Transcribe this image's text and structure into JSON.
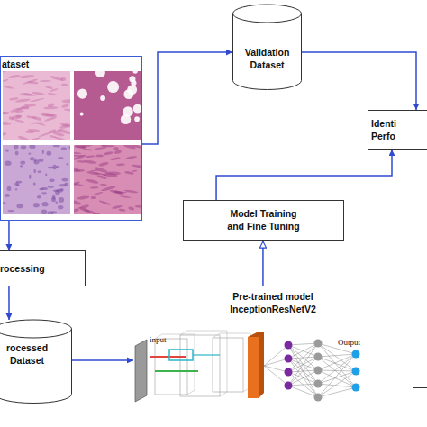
{
  "diagram": {
    "nodes": [
      {
        "text": [
          "ataset"
        ]
      },
      {
        "text": [
          "Validation Dataset"
        ]
      },
      {
        "text": [
          "Identi Perfo"
        ]
      },
      {
        "text": [
          "Model Training and Fine Tuning"
        ]
      },
      {
        "text": [
          "rocessing"
        ]
      },
      {
        "text": [
          "Pre-trained model InceptionResNetV2"
        ]
      },
      {
        "text": [
          "rocessed Dataset"
        ]
      }
    ],
    "edges": [
      {
        "from": 0,
        "to": 1,
        "arrow": "to"
      },
      {
        "from": 1,
        "to": 2,
        "arrow": "to"
      },
      {
        "from": 3,
        "to": 2,
        "arrow": "to"
      },
      {
        "from": 0,
        "to": 4,
        "arrow": "to"
      },
      {
        "from": 4,
        "to": 6,
        "arrow": "to"
      },
      {
        "from": 6,
        "to": 5,
        "arrow": "to"
      },
      {
        "from": 5,
        "to": 3,
        "arrow": "to"
      }
    ],
    "labels": [
      "input",
      "Output"
    ]
  }
}
